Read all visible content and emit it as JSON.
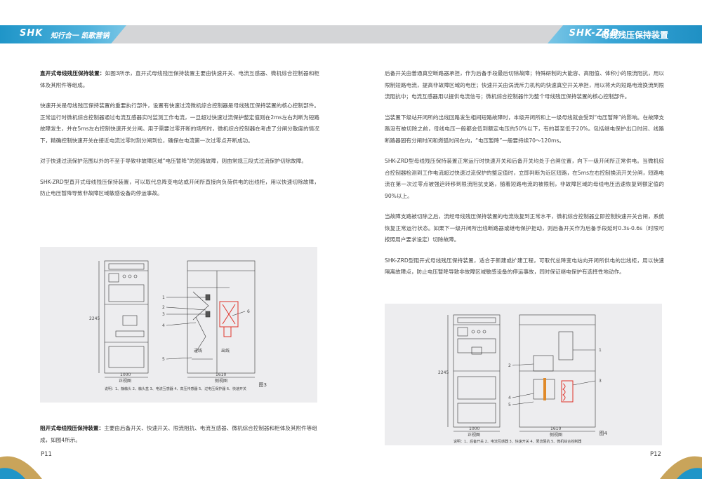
{
  "header": {
    "logo_left": "SHK",
    "slogan": "知行合一 凯歌营销",
    "logo_right": "SHK-ZRD",
    "title": "母线残压保持装置"
  },
  "left": {
    "p1_title": "直开式母线残压保持装置：",
    "p1": "如图3所示，直开式母线残压保持装置主要由快速开关、电流互感器、微机综合控制器和柜体及其附件等组成。",
    "p2": "快速开关是母线残压保持装置的重要执行部件，设置有快速过流微机综合控制器是母线残压保持装置的核心控制部件。正常运行时微机综合控制器通过电流互感器实时监测工作电流，一旦超过快速过流保护整定值则在2ms左右判断为短路故障发生，并在5ms左右控制快速开关分闸。用于需要过零开断的场所时，微机综合控制器在考虑了分闸分散度的情况下，精确控制快速开关在接近电流过零时刻分闸到位，确保在电流第一次过零点开断成功。",
    "p3": "对于快速过流保护范围以外的不至于导致非故障区域“电压暂降”的短路故障，则由常规三段式过流保护切除故障。",
    "p4": "SHK-ZRD型直开式母线残压保持装置，可以取代总降变电站或开闭所直接向负荷供电的出线柜，用以快速切除故障，防止电压暂降导致非故障区域敏感设备的停运事故。",
    "p5_title": "阻开式母线残压保持装置：",
    "p5": "主要由后备开关、快速开关、限流阻抗、电流互感器、微机综合控制器和柜体及其附件等组成，如图4所示。",
    "page": "P11"
  },
  "right": {
    "p1": "后备开关由普通真空断路器承担，作为后备手段最后切除故障；特殊研制的大能容、高阻值、体积小的限流阻抗，用以限制短路电流，提高非故障区域的电压；快速开关由涡流斥力机构的快速真空开关承担，用以将大的短路电流换流到限流阻抗中；电流互感器用以提供电流信号；微机综合控制器作为整个母线残压保持装置的核心控制部件。",
    "p2": "当装置下级站开闭所的出线回路发生相间短路故障时，本级开闭所和上一级母线就会受到“电压暂降”的影响。在故障支路没有被切除之前，母线电压一般都会低到额定电压的50%以下，有的甚至低于20%。包括继电保护出口时间、线路断路器固有分闸时间和燃弧时间在内，“电压暂降”一般要持续70～120ms。",
    "p3": "SHK-ZRD型母线残压保持装置正常运行时快速开关和后备开关均处于合闸位置，向下一级开闭所正常供电。当微机综合控制器检测到工作电流超过快速过流保护的整定值时，立即判断为近区短路，在5ms左右控制换流开关分闸，短路电流在第一次过零点被强迫转移到限流阻抗支路，随着短路电流的被限制，非故障区域的母线电压迅速恢复到额定值的90%以上。",
    "p4": "当故障支路被切除之后，流经母线残压保持装置的电流恢复到正常水平，微机综合控制器立即控制快速开关合闸，系统恢复正常运行状态。如果下一级开闭所出线断路器或继电保护拒动，则后备开关作为后备手段延时0.3s-0.6s（时限可按照用户要求设定）切除故障。",
    "p5": "SHK-ZRD型阻开式母线残压保持装置，适合于新建或扩建工程，可取代总降变电站向开闭所供电的出线柜，用以快速隔离故障点，防止电压暂降导致非故障区域敏感设备的停运事故，同时保证继电保护有选择性地动作。",
    "page": "P12"
  },
  "fig3": {
    "label": "图3",
    "front_view": "正视图",
    "side_view": "侧视图",
    "width_front": "1000",
    "width_side": "1610",
    "height": "2245",
    "caption": "说明：1、静触头 2、触头盒 3、电流互感器 4、高压传感器 5、过电压保护器 6、快速开关",
    "left_terminal": "进线",
    "right_terminal": "出线",
    "callouts": [
      "1",
      "2",
      "3",
      "4",
      "5",
      "6"
    ]
  },
  "fig4": {
    "label": "图4",
    "front_view": "正视图",
    "side_view": "侧视图",
    "width_front": "1000",
    "width_side": "1610",
    "height": "2245",
    "caption": "说明：1、后备开关 2、电流互感器 3、快速开关 4、限流阻抗 5、微机综合控制器",
    "callouts": [
      "1",
      "2",
      "3",
      "4",
      "5"
    ]
  },
  "colors": {
    "accent": "#1f95c8",
    "header_grey": "#d4d5d7",
    "arc_gold": "#c9a45a",
    "arc_blue": "#1f95c8",
    "highlight_red": "#e0322a"
  }
}
